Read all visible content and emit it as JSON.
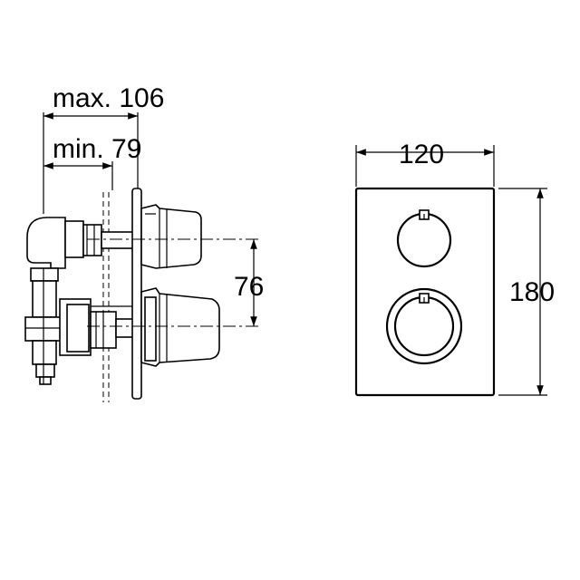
{
  "dimensions": {
    "max_depth": "max. 106",
    "min_depth": "min. 79",
    "handle_spacing": "76",
    "plate_width": "120",
    "plate_height": "180"
  }
}
